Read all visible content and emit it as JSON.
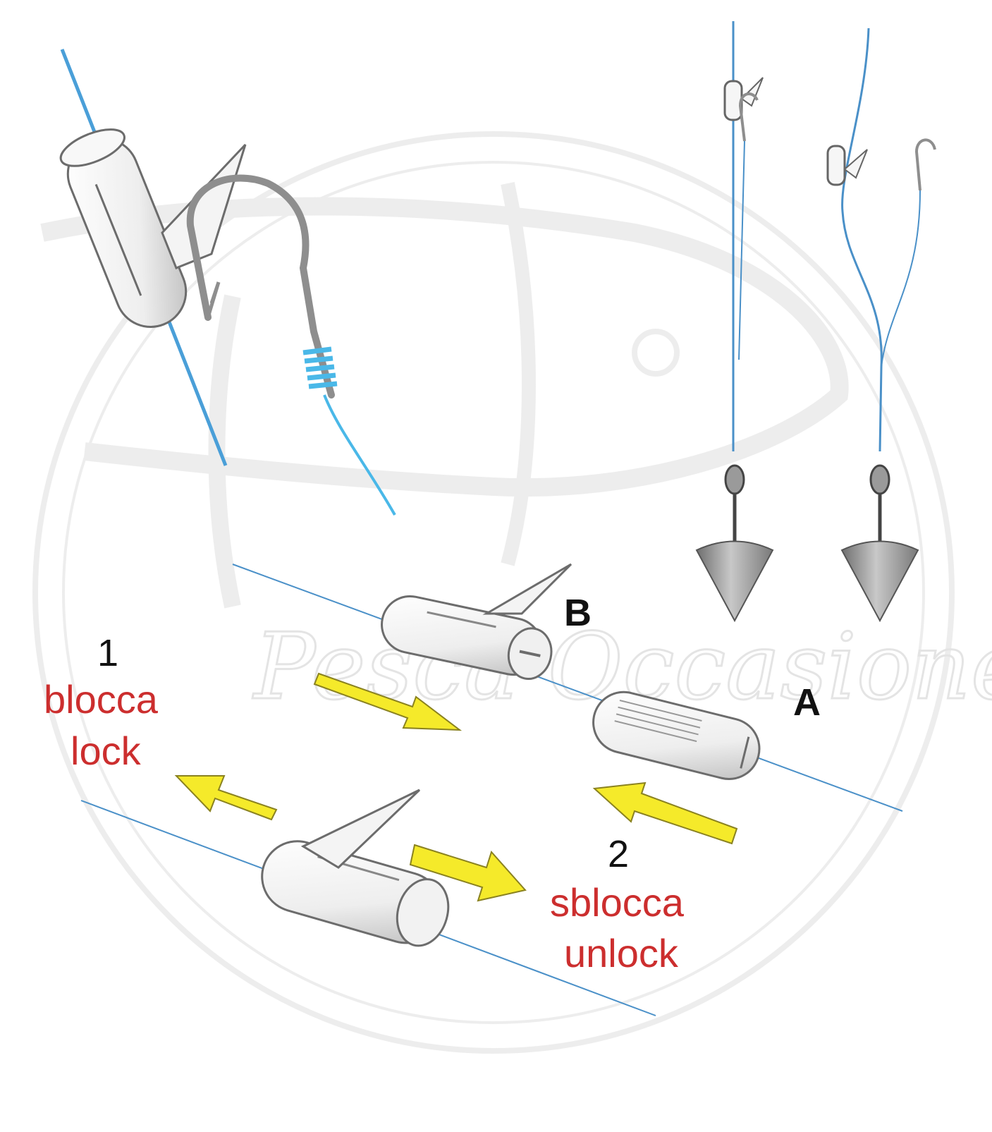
{
  "labels": {
    "step1_number": "1",
    "step1_it": "blocca",
    "step1_en": "lock",
    "step2_number": "2",
    "step2_it": "sblocca",
    "step2_en": "unlock",
    "part_a": "A",
    "part_b": "B"
  },
  "watermark": {
    "text": "Pesca Occasione"
  },
  "colors": {
    "line": "#4a90c8",
    "arrow": "#f5ea2a",
    "label_red": "#cc2e2e",
    "label_dark": "#111111",
    "sinker": "#8a8a8a"
  },
  "icons": [
    "fishing-line",
    "hook-icon",
    "line-clip-icon",
    "swivel-icon",
    "cone-sinker-icon",
    "direction-arrow-icon",
    "watermark-logo"
  ]
}
